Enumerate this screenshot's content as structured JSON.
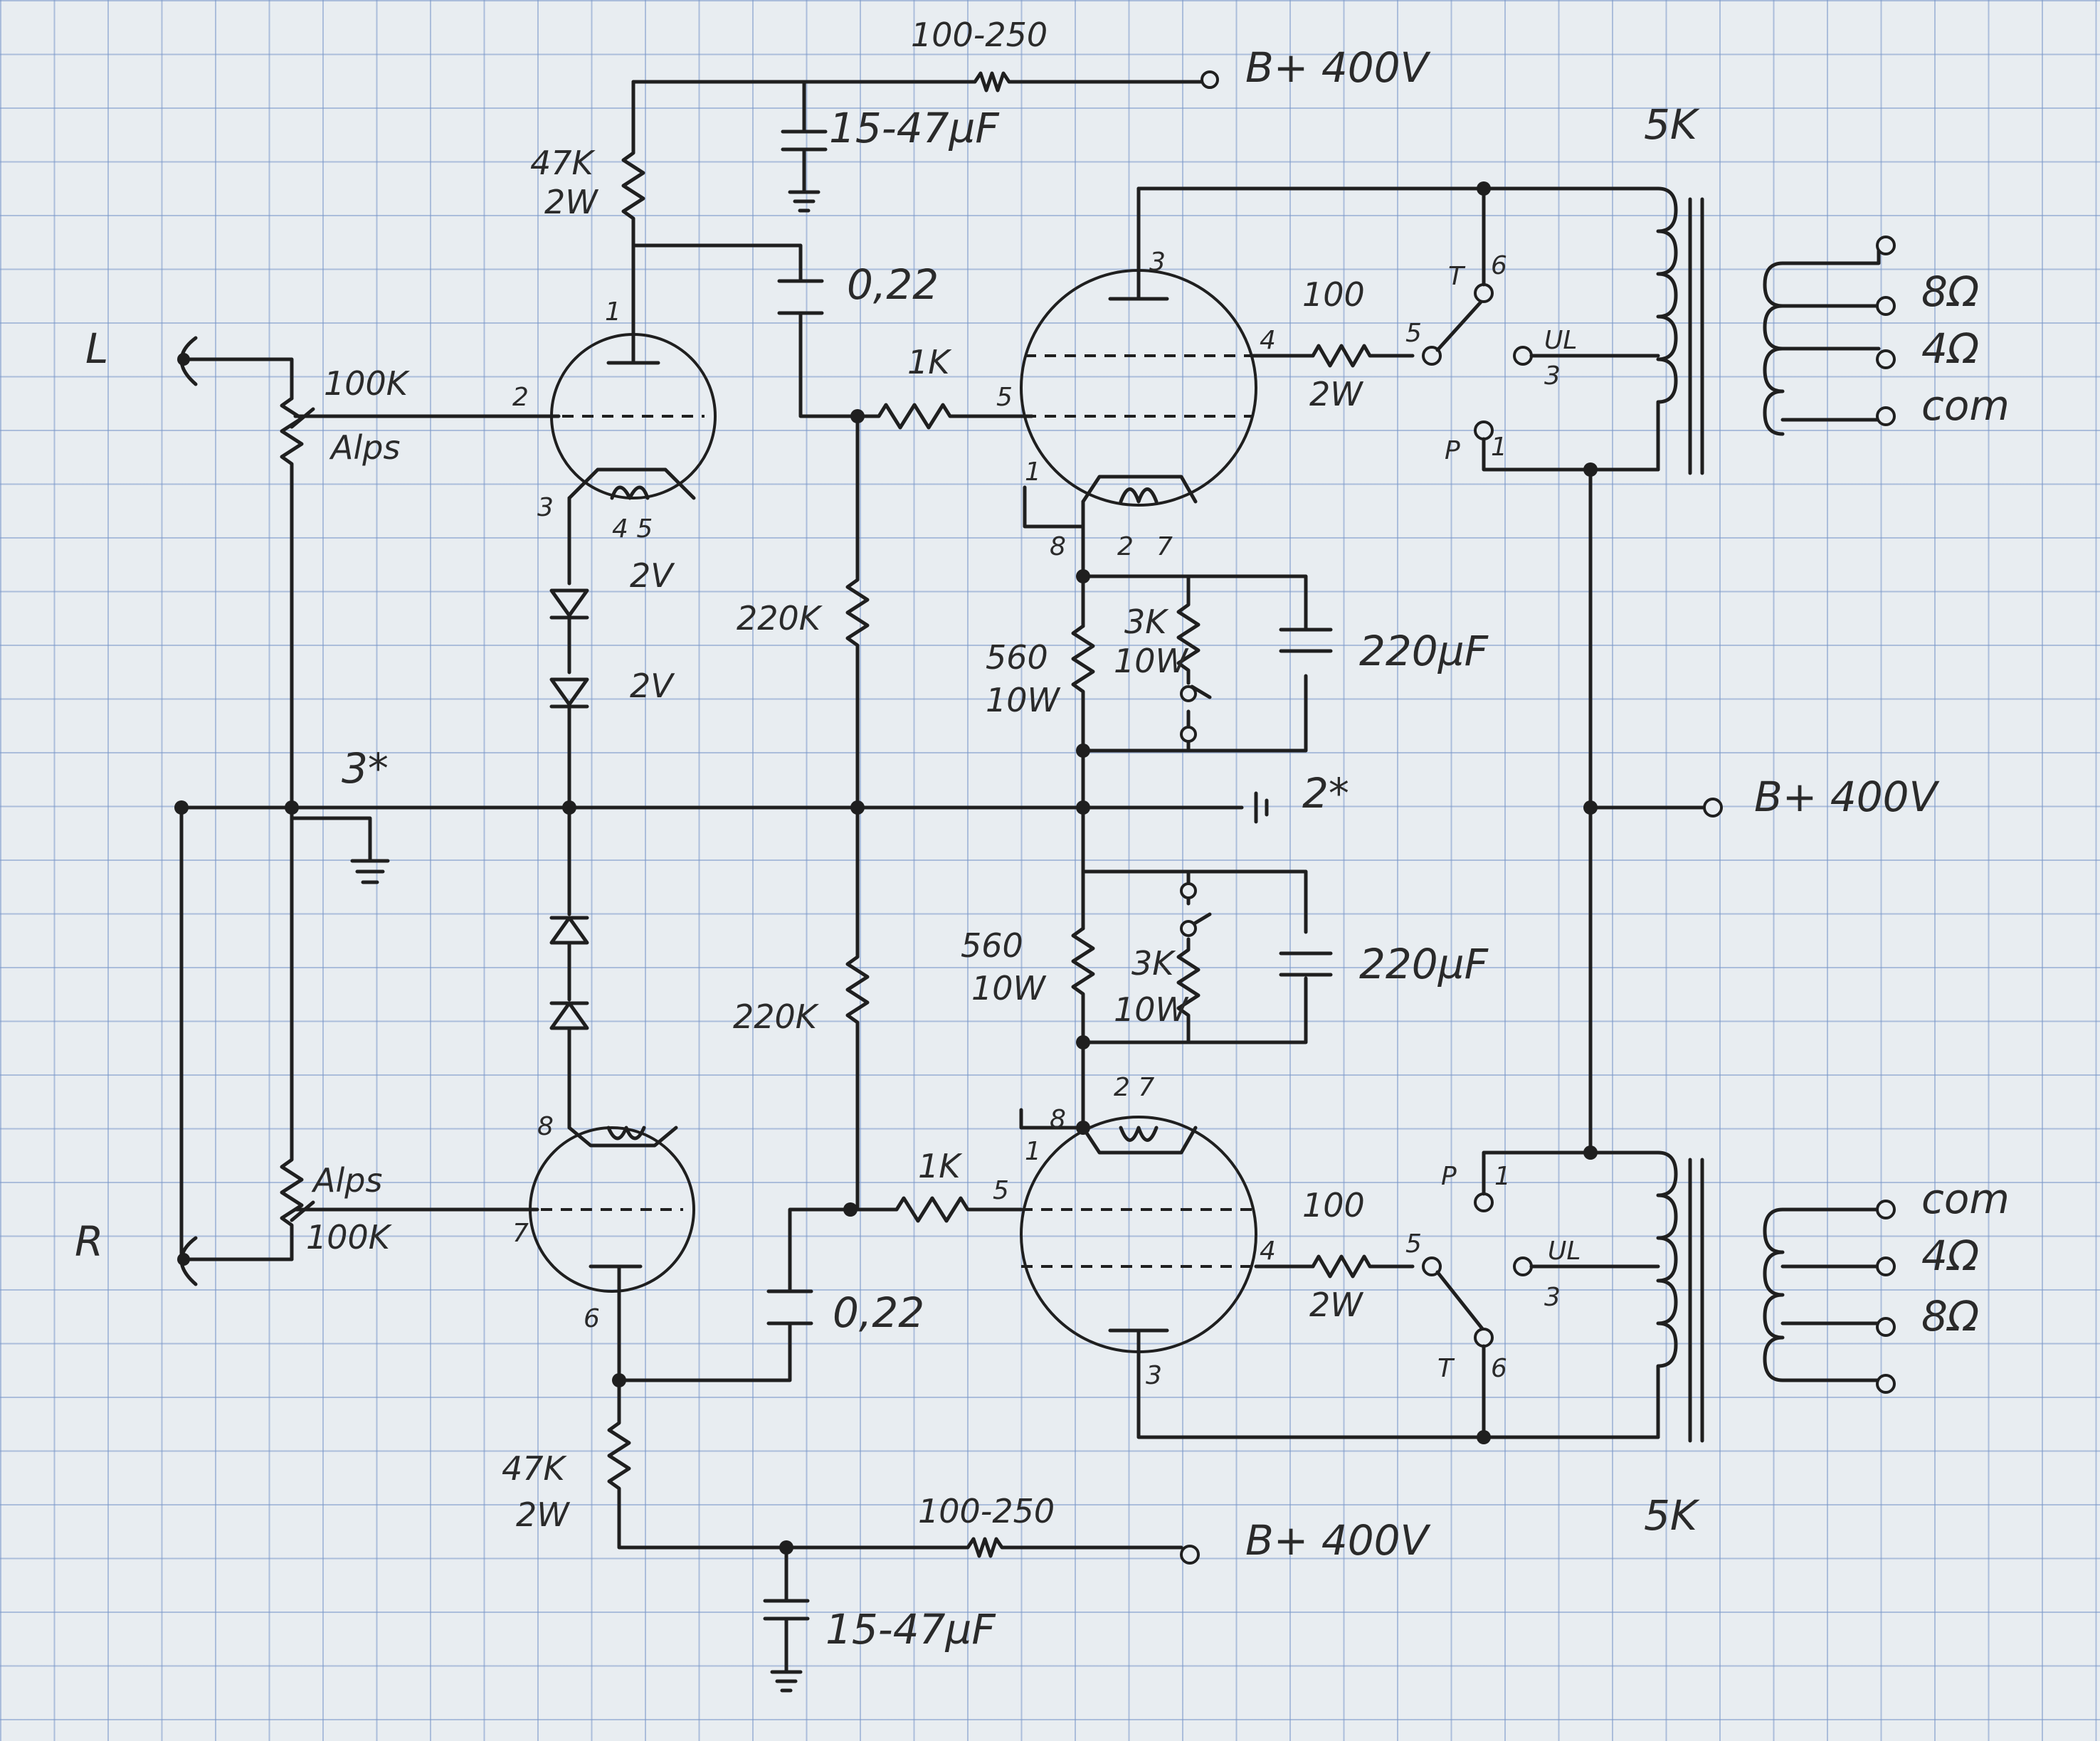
{
  "labels": {
    "top_res": "100-250",
    "top_bplus": "B+ 400V",
    "top_cap": "15-47µF",
    "r47k_top_1": "47K",
    "r47k_top_2": "2W",
    "cap022_top": "0,22",
    "r1k_top": "1K",
    "r100_top_1": "100",
    "r100_top_2": "2W",
    "xfmr_top": "5K",
    "tap_8_top": "8Ω",
    "tap_4_top": "4Ω",
    "tap_com_top": "com",
    "ch_L": "L",
    "ch_R": "R",
    "pot_top_1": "100K",
    "pot_top_2": "Alps",
    "pot_bot_1": "Alps",
    "pot_bot_2": "100K",
    "led_2v_1": "2V",
    "led_2v_2": "2V",
    "r220k_top": "220K",
    "r220k_bot": "220K",
    "r560_top_1": "560",
    "r560_top_2": "10W",
    "r3k_top_1": "3K",
    "r3k_top_2": "10W",
    "cap220_top": "220µF",
    "r560_bot_1": "560",
    "r560_bot_2": "10W",
    "r3k_bot_1": "3K",
    "r3k_bot_2": "10W",
    "cap220_bot": "220µF",
    "gnd_note": "3*",
    "bat_note": "2*",
    "mid_bplus": "B+ 400V",
    "r1k_bot": "1K",
    "cap022_bot": "0,22",
    "r100_bot_1": "100",
    "r100_bot_2": "2W",
    "xfmr_bot": "5K",
    "tap_com_bot": "com",
    "tap_4_bot": "4Ω",
    "tap_8_bot": "8Ω",
    "r47k_bot_1": "47K",
    "r47k_bot_2": "2W",
    "bot_res": "100-250",
    "bot_bplus": "B+ 400V",
    "bot_cap": "15-47µF",
    "sw_T_top": "T",
    "sw_UL_top": "UL",
    "sw_P_top": "P",
    "sw_T_bot": "T",
    "sw_UL_bot": "UL",
    "sw_P_bot": "P",
    "pin_1_a": "1",
    "pin_2_a": "2",
    "pin_3_a": "3",
    "pin_45_a": "4 5",
    "pin_3_b": "3",
    "pin_4_b": "4",
    "pin_5_b": "5",
    "pin_1_b": "1",
    "pin_8_b": "8",
    "pin_2_b": "2",
    "pin_7_b": "7",
    "pin_6_sw1": "6",
    "pin_5_sw1": "5",
    "pin_3_sw1": "3",
    "pin_1_sw1": "1",
    "pin_8_c": "8",
    "pin_7_c": "7",
    "pin_6_c": "6",
    "pin_27_d": "2 7",
    "pin_8_d": "8",
    "pin_1_d": "1",
    "pin_5_d": "5",
    "pin_4_d": "4",
    "pin_3_d": "3",
    "pin_1_sw2": "1",
    "pin_3_sw2": "3",
    "pin_5_sw2": "5",
    "pin_6_sw2": "6"
  }
}
